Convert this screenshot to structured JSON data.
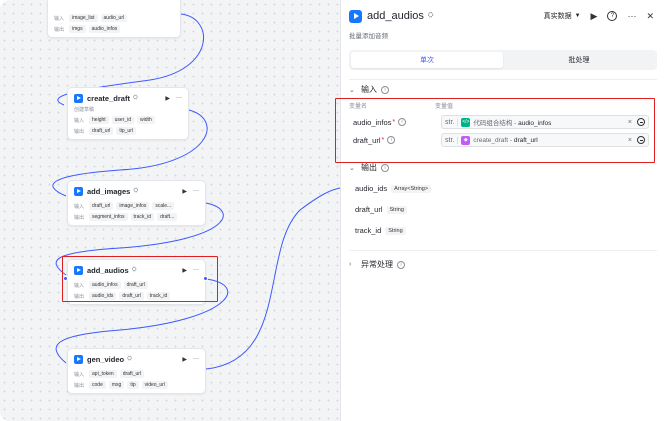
{
  "canvas": {
    "nodes": [
      {
        "id": "top",
        "title": "",
        "inputs_label": "输入",
        "inputs": [
          "image_list",
          "audio_url"
        ],
        "outputs_label": "输出",
        "outputs": [
          "imgs",
          "audio_infos"
        ]
      },
      {
        "id": "create_draft",
        "title": "create_draft",
        "desc": "创建草稿",
        "inputs_label": "输入",
        "inputs": [
          "height",
          "user_id",
          "width"
        ],
        "outputs_label": "输出",
        "outputs": [
          "draft_url",
          "tip_url"
        ]
      },
      {
        "id": "add_images",
        "title": "add_images",
        "inputs_label": "输入",
        "inputs": [
          "draft_url",
          "image_infos",
          "scale..."
        ],
        "outputs_label": "输出",
        "outputs": [
          "segment_infos",
          "track_id",
          "draft..."
        ]
      },
      {
        "id": "add_audios",
        "title": "add_audios",
        "inputs_label": "输入",
        "inputs": [
          "audio_infos",
          "draft_url"
        ],
        "outputs_label": "输出",
        "outputs": [
          "audio_ids",
          "draft_url",
          "track_id"
        ]
      },
      {
        "id": "gen_video",
        "title": "gen_video",
        "inputs_label": "输入",
        "inputs": [
          "api_token",
          "draft_url"
        ],
        "outputs_label": "输出",
        "outputs": [
          "code",
          "msg",
          "tip",
          "video_url"
        ]
      }
    ]
  },
  "panel": {
    "title": "add_audios",
    "subtitle": "批量添加音频",
    "data_source": "真实数据",
    "tabs": [
      "单次",
      "批处理"
    ],
    "input_section": "输入",
    "col_name": "变量名",
    "col_value": "变量值",
    "inputs": [
      {
        "name": "audio_infos",
        "type": "str.",
        "ref_node": "代码组合结构",
        "sep": "-",
        "ref_field": "audio_infos",
        "icon": "code-icon"
      },
      {
        "name": "draft_url",
        "type": "str.",
        "ref_node": "create_draft",
        "sep": "-",
        "ref_field": "draft_url",
        "icon": "draft-icon"
      }
    ],
    "output_section": "输出",
    "outputs": [
      {
        "name": "audio_ids",
        "type": "Array<String>"
      },
      {
        "name": "draft_url",
        "type": "String"
      },
      {
        "name": "track_id",
        "type": "String"
      }
    ],
    "exception_section": "异常处理"
  },
  "colors": {
    "accent": "#3d5afe",
    "node_icon": "#1677ff",
    "highlight": "#e02020"
  }
}
